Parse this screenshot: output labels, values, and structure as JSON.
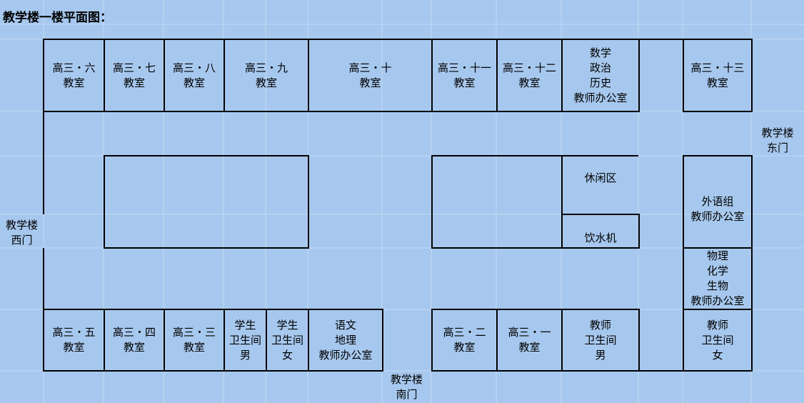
{
  "title": "教学楼一楼平面图：",
  "rooms": {
    "r6": [
      "高三・六",
      "教室"
    ],
    "r7": [
      "高三・七",
      "教室"
    ],
    "r8": [
      "高三・八",
      "教室"
    ],
    "r9": [
      "高三・九",
      "教室"
    ],
    "r10": [
      "高三・十",
      "教室"
    ],
    "r11": [
      "高三・十一",
      "教室"
    ],
    "r12": [
      "高三・十二",
      "教室"
    ],
    "math_office": [
      "数学",
      "政治",
      "历史",
      "教师办公室"
    ],
    "r13": [
      "高三・十三",
      "教室"
    ],
    "lounge": [
      "休闲区"
    ],
    "water": [
      "饮水机"
    ],
    "foreign_office": [
      "外语组",
      "教师办公室"
    ],
    "science_office": [
      "物理",
      "化学",
      "生物",
      "教师办公室"
    ],
    "r5": [
      "高三・五",
      "教室"
    ],
    "r4": [
      "高三・四",
      "教室"
    ],
    "r3": [
      "高三・三",
      "教室"
    ],
    "student_wc_m": [
      "学生",
      "卫生间",
      "男"
    ],
    "student_wc_f": [
      "学生",
      "卫生间",
      "女"
    ],
    "chinese_office": [
      "语文",
      "地理",
      "教师办公室"
    ],
    "r2": [
      "高三・二",
      "教室"
    ],
    "r1": [
      "高三・一",
      "教室"
    ],
    "teacher_wc_m": [
      "教师",
      "卫生间",
      "男"
    ],
    "teacher_wc_f": [
      "教师",
      "卫生间",
      "女"
    ]
  },
  "gates": {
    "west": [
      "教学楼",
      "西门"
    ],
    "east": [
      "教学楼",
      "东门"
    ],
    "south": [
      "教学楼",
      "南门"
    ]
  }
}
